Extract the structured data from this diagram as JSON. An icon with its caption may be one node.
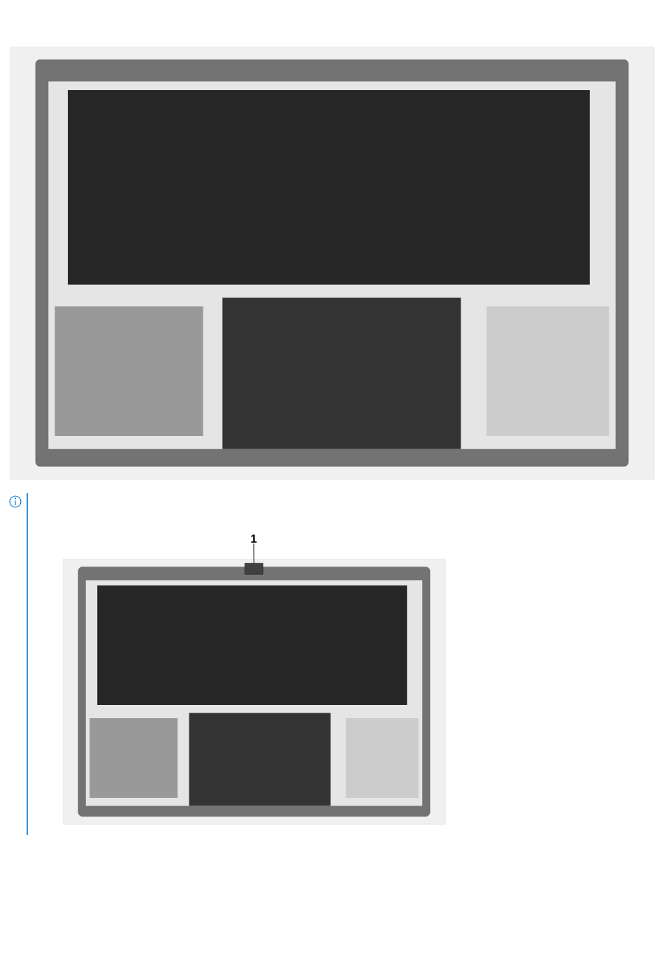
{
  "diagram": {
    "nodes": [
      {
        "text": [],
        "shape": "picture"
      },
      {
        "text": [],
        "shape": "picture"
      },
      {
        "text": [
          "1"
        ]
      },
      {
        "text": [],
        "shape": "box",
        "in": 1
      }
    ],
    "edges": [
      {
        "from": 2,
        "to": 3,
        "arrow": "none"
      }
    ]
  }
}
